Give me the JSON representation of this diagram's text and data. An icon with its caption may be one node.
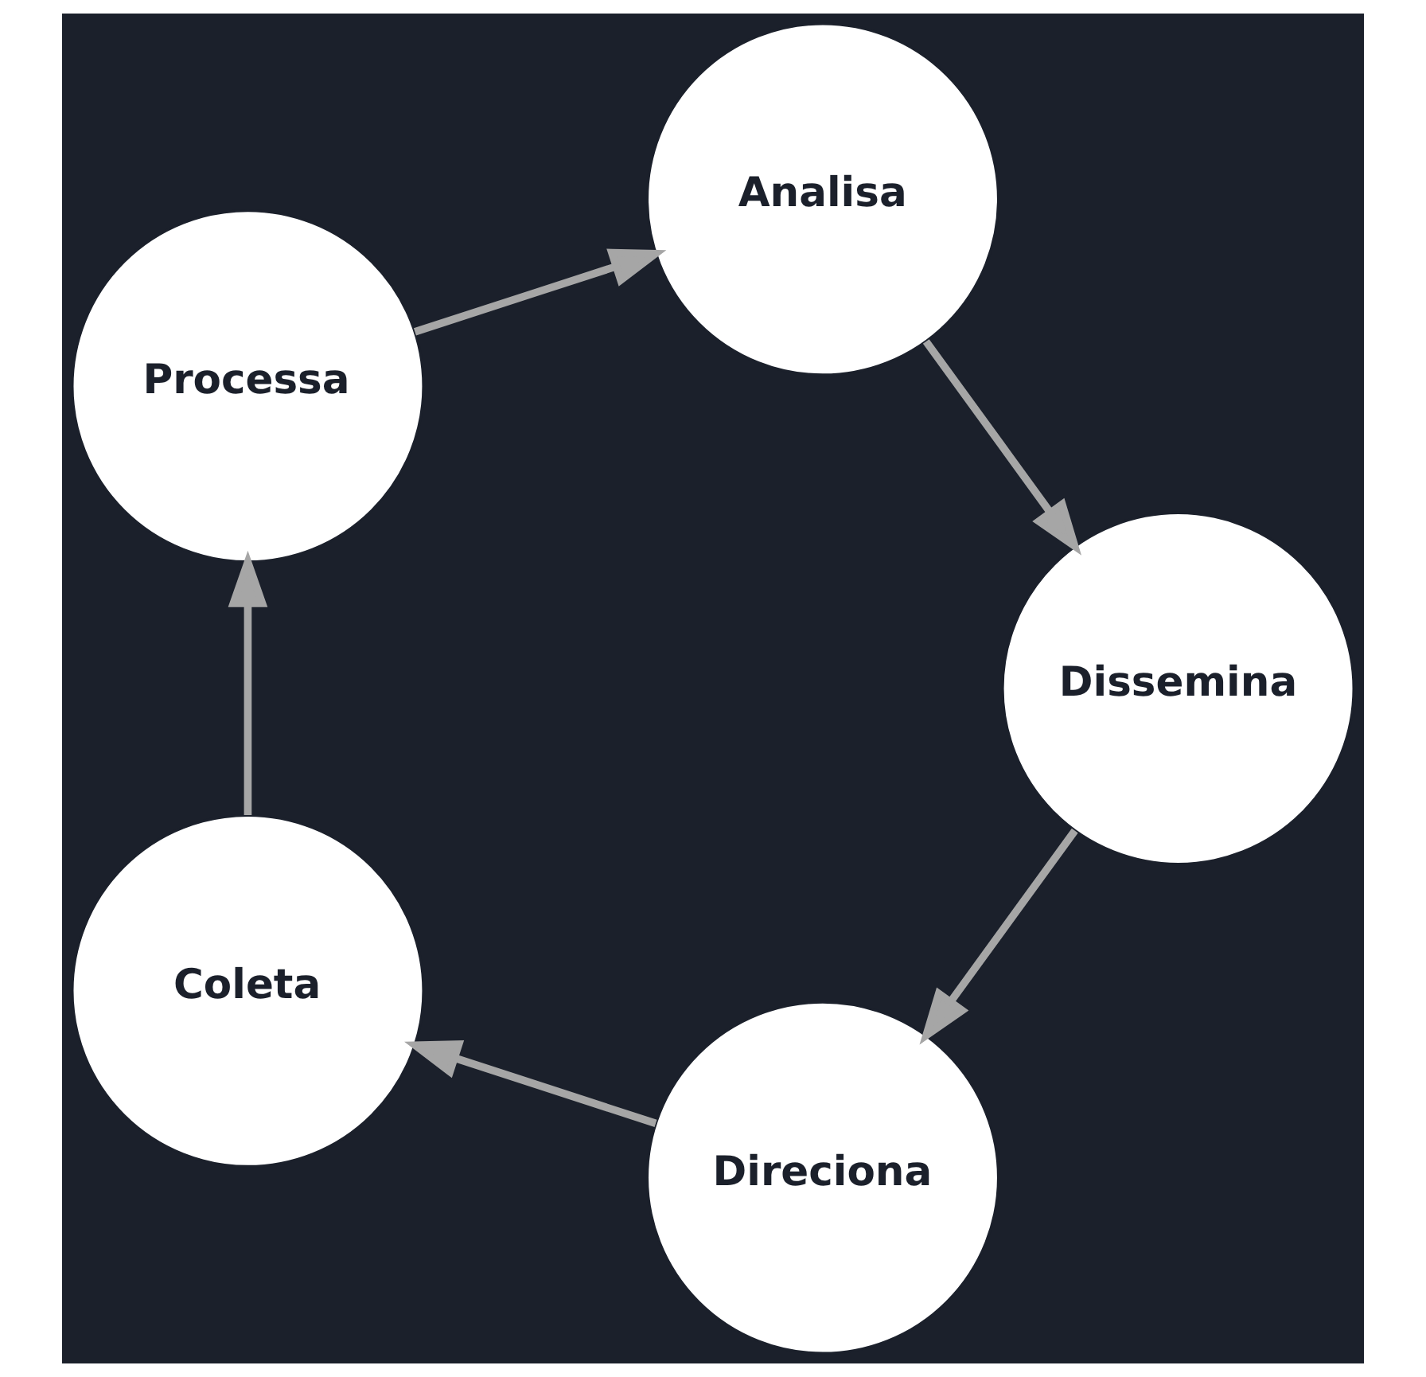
{
  "diagram": {
    "nodes": [
      {
        "text": [
          "Direciona"
        ]
      },
      {
        "text": [
          "Dissemina"
        ]
      },
      {
        "text": [
          "Coleta"
        ]
      },
      {
        "text": [
          "Analisa"
        ]
      },
      {
        "text": [
          "Processa"
        ]
      }
    ],
    "edges": [
      {
        "from": 0,
        "to": 2,
        "arrow": "to"
      },
      {
        "from": 2,
        "to": 4,
        "arrow": "to"
      },
      {
        "from": 4,
        "to": 3,
        "arrow": "to"
      },
      {
        "from": 3,
        "to": 1,
        "arrow": "to"
      },
      {
        "from": 1,
        "to": 0,
        "arrow": "to"
      }
    ]
  }
}
